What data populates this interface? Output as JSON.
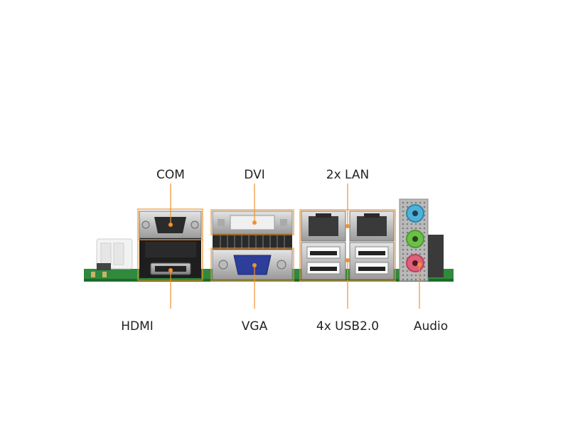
{
  "ports": {
    "top": {
      "com": "COM",
      "dvi": "DVI",
      "lan": "2x LAN"
    },
    "bottom": {
      "hdmi": "HDMI",
      "vga": "VGA",
      "usb": "4x USB2.0",
      "audio": "Audio"
    }
  },
  "colors": {
    "callout": "#f0922f",
    "pcb": "#2f8a3c",
    "vga": "#2c3d9a",
    "audio_blue": "#4fb0d8",
    "audio_green": "#6cc04a",
    "audio_pink": "#e0607a"
  }
}
